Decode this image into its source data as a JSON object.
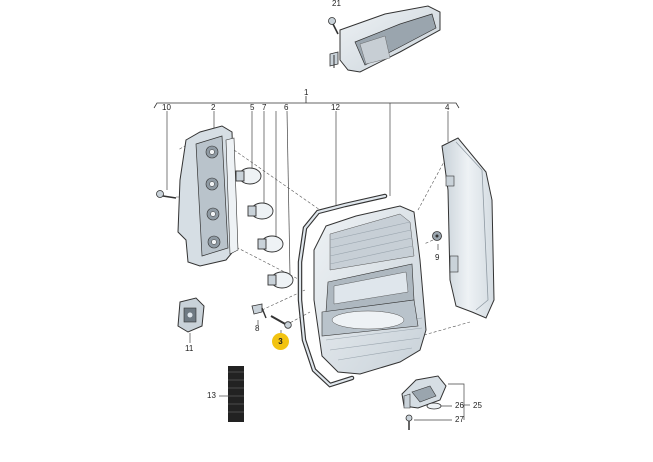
{
  "callouts": {
    "c21": "21",
    "c1": "1",
    "c10": "10",
    "c2": "2",
    "c5a": "5",
    "c7": "7",
    "c6": "6",
    "c12": "12",
    "c4": "4",
    "c9": "9",
    "c8": "8",
    "c3": "3",
    "c11": "11",
    "c13": "13",
    "c26": "26",
    "c25": "25",
    "c27": "27"
  },
  "colors": {
    "part_fill": "#dfe6ec",
    "part_dark": "#8f9aa3",
    "line": "#333333",
    "highlight": "#f2c311"
  }
}
